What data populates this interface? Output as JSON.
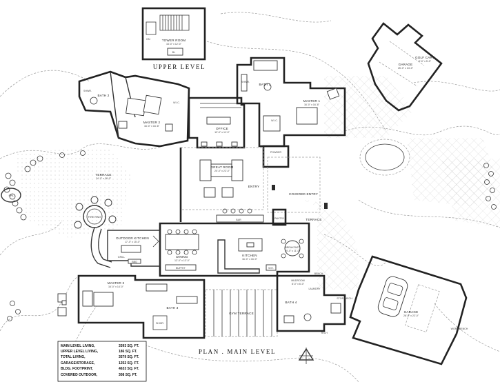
{
  "titles": {
    "upper": "UPPER LEVEL",
    "main": "PLAN . MAIN LEVEL"
  },
  "rooms": {
    "tower_room": {
      "name": "TOWER ROOM",
      "dim": "15'-0\" x 12'-0\""
    },
    "garage_top": {
      "name": "GARAGE",
      "dim": "25'-0\" x 24'-0\""
    },
    "golf_cart": {
      "name": "GOLF CART",
      "dim": "9'-0\" x 5'-0\""
    },
    "master1": {
      "name": "MASTER 1",
      "dim": "16'-0\" x 16'-8\""
    },
    "master2": {
      "name": "MASTER 2",
      "dim": "16'-0\" x 16'-8\""
    },
    "master3": {
      "name": "MASTER 3",
      "dim": "16'-0\" x 14'-0\""
    },
    "bath1": {
      "name": "BATH 1"
    },
    "bath2": {
      "name": "BATH 2"
    },
    "bath3": {
      "name": "BATH 3"
    },
    "bath4": {
      "name": "BATH 4"
    },
    "wic": {
      "name": "W.I.C."
    },
    "office": {
      "name": "OFFICE",
      "dim": "12'-0\" x 11'-0\""
    },
    "great_room": {
      "name": "GREAT ROOM",
      "dim": "20'-0\" x 22'-0\""
    },
    "terrace_left": {
      "name": "TERRACE",
      "dim": "24'-0\" x 38'-0\""
    },
    "terrace_right": {
      "name": "TERRACE"
    },
    "entry": {
      "name": "ENTRY"
    },
    "covered_entry": {
      "name": "COVERED ENTRY"
    },
    "fire_ring": {
      "name": "FIRE RING"
    },
    "spa": {
      "name": "SPA"
    },
    "outdoor_kitchen": {
      "name": "OUTDOOR KITCHEN",
      "dim": "17'-0\" x 15'-0\""
    },
    "dining": {
      "name": "DINING",
      "dim": "12'-0\" x 13'-0\""
    },
    "buffet": {
      "name": "BUFFET"
    },
    "bar": {
      "name": "BAR"
    },
    "kitchen": {
      "name": "KITCHEN",
      "dim": "16'-0\" x 16'-0\""
    },
    "breakfast": {
      "name": "BREAKFAST",
      "dim": "10'-0\" x 11'-0\""
    },
    "pantry": {
      "name": "PANTRY"
    },
    "powder": {
      "name": "POWDER"
    },
    "mudroom": {
      "name": "MUDROOM",
      "dim": "8'-0\" x 6'-0\""
    },
    "laundry": {
      "name": "LAUNDRY"
    },
    "storage_mech": {
      "name": "STOR./MECH."
    },
    "garage_bottom": {
      "name": "GARAGE",
      "dim": "26'-0\" x 22'-0\""
    },
    "tech": {
      "name": "TECH"
    },
    "gym_terrace": {
      "name": "GYM TERRACE"
    },
    "bench": {
      "name": "BENCH"
    },
    "work_bench": {
      "name": "WORK BENCH"
    },
    "shwr": {
      "name": "SHWR."
    },
    "bbq": {
      "name": "BBQ"
    },
    "grill": {
      "name": "GRILL"
    },
    "wh": {
      "name": "W.H."
    },
    "dn": {
      "name": "DN"
    }
  },
  "area_table": [
    {
      "label": "MAIN LEVEL LIVING,",
      "value": "3393 SQ. FT."
    },
    {
      "label": "UPPER LEVEL LIVING,",
      "value": "186 SQ. FT."
    },
    {
      "label": "TOTAL LIVING,",
      "value": "3579 SQ. FT."
    },
    {
      "label": "GARAGE/STORAGE,",
      "value": "1252 SQ. FT."
    },
    {
      "label": "BLDG. FOOTPRINT,",
      "value": "4633 SQ. FT."
    },
    {
      "label": "COVERED OUTDOOR,",
      "value": "308 SQ. FT."
    }
  ]
}
